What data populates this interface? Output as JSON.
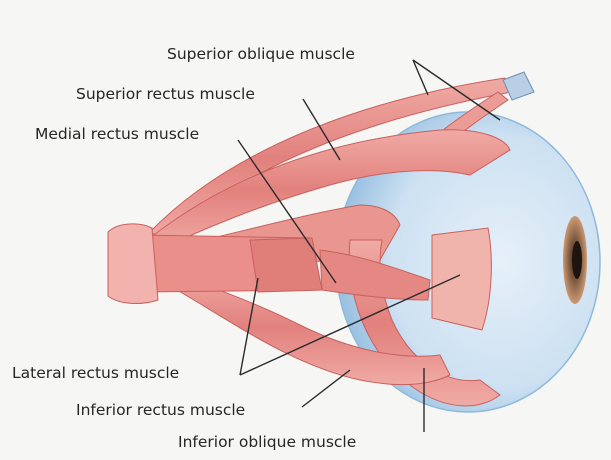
{
  "labels": {
    "superior_oblique": "Superior oblique muscle",
    "superior_rectus": "Superior rectus muscle",
    "medial_rectus": "Medial rectus muscle",
    "lateral_rectus": "Lateral rectus muscle",
    "inferior_rectus": "Inferior rectus muscle",
    "inferior_oblique": "Inferior oblique muscle"
  },
  "colors": {
    "background": "#f6f6f4",
    "muscle": "#e8938f",
    "muscle_dark": "#c9605d",
    "eyeball": "#cfe3f3",
    "eyeball_edge": "#8fb9dc",
    "iris": "#c58a63",
    "leader_line": "#2b2b2b"
  }
}
